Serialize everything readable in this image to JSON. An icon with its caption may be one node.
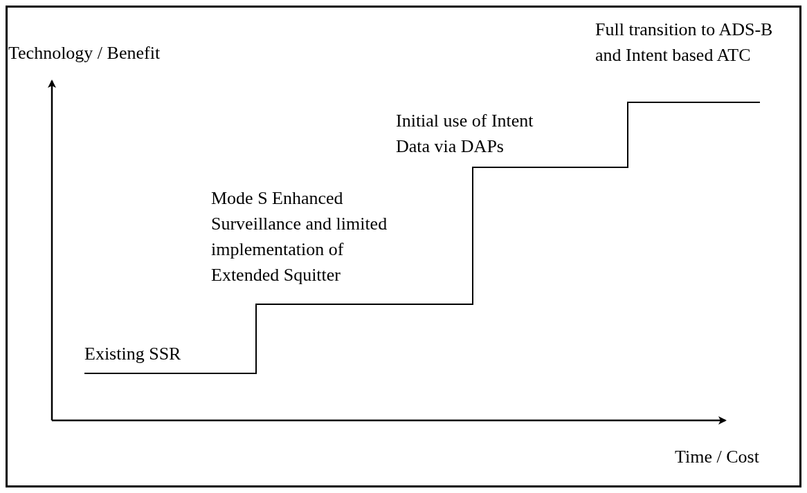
{
  "diagram": {
    "labels": [
      "Full transition to ADS-B and Intent based ATC",
      "Technology / Benefit",
      "Initial use of Intent Data via DAPs",
      "Mode S Enhanced Surveillance and limited implementation of Extended Squitter",
      "Existing SSR",
      "Time / Cost"
    ]
  }
}
